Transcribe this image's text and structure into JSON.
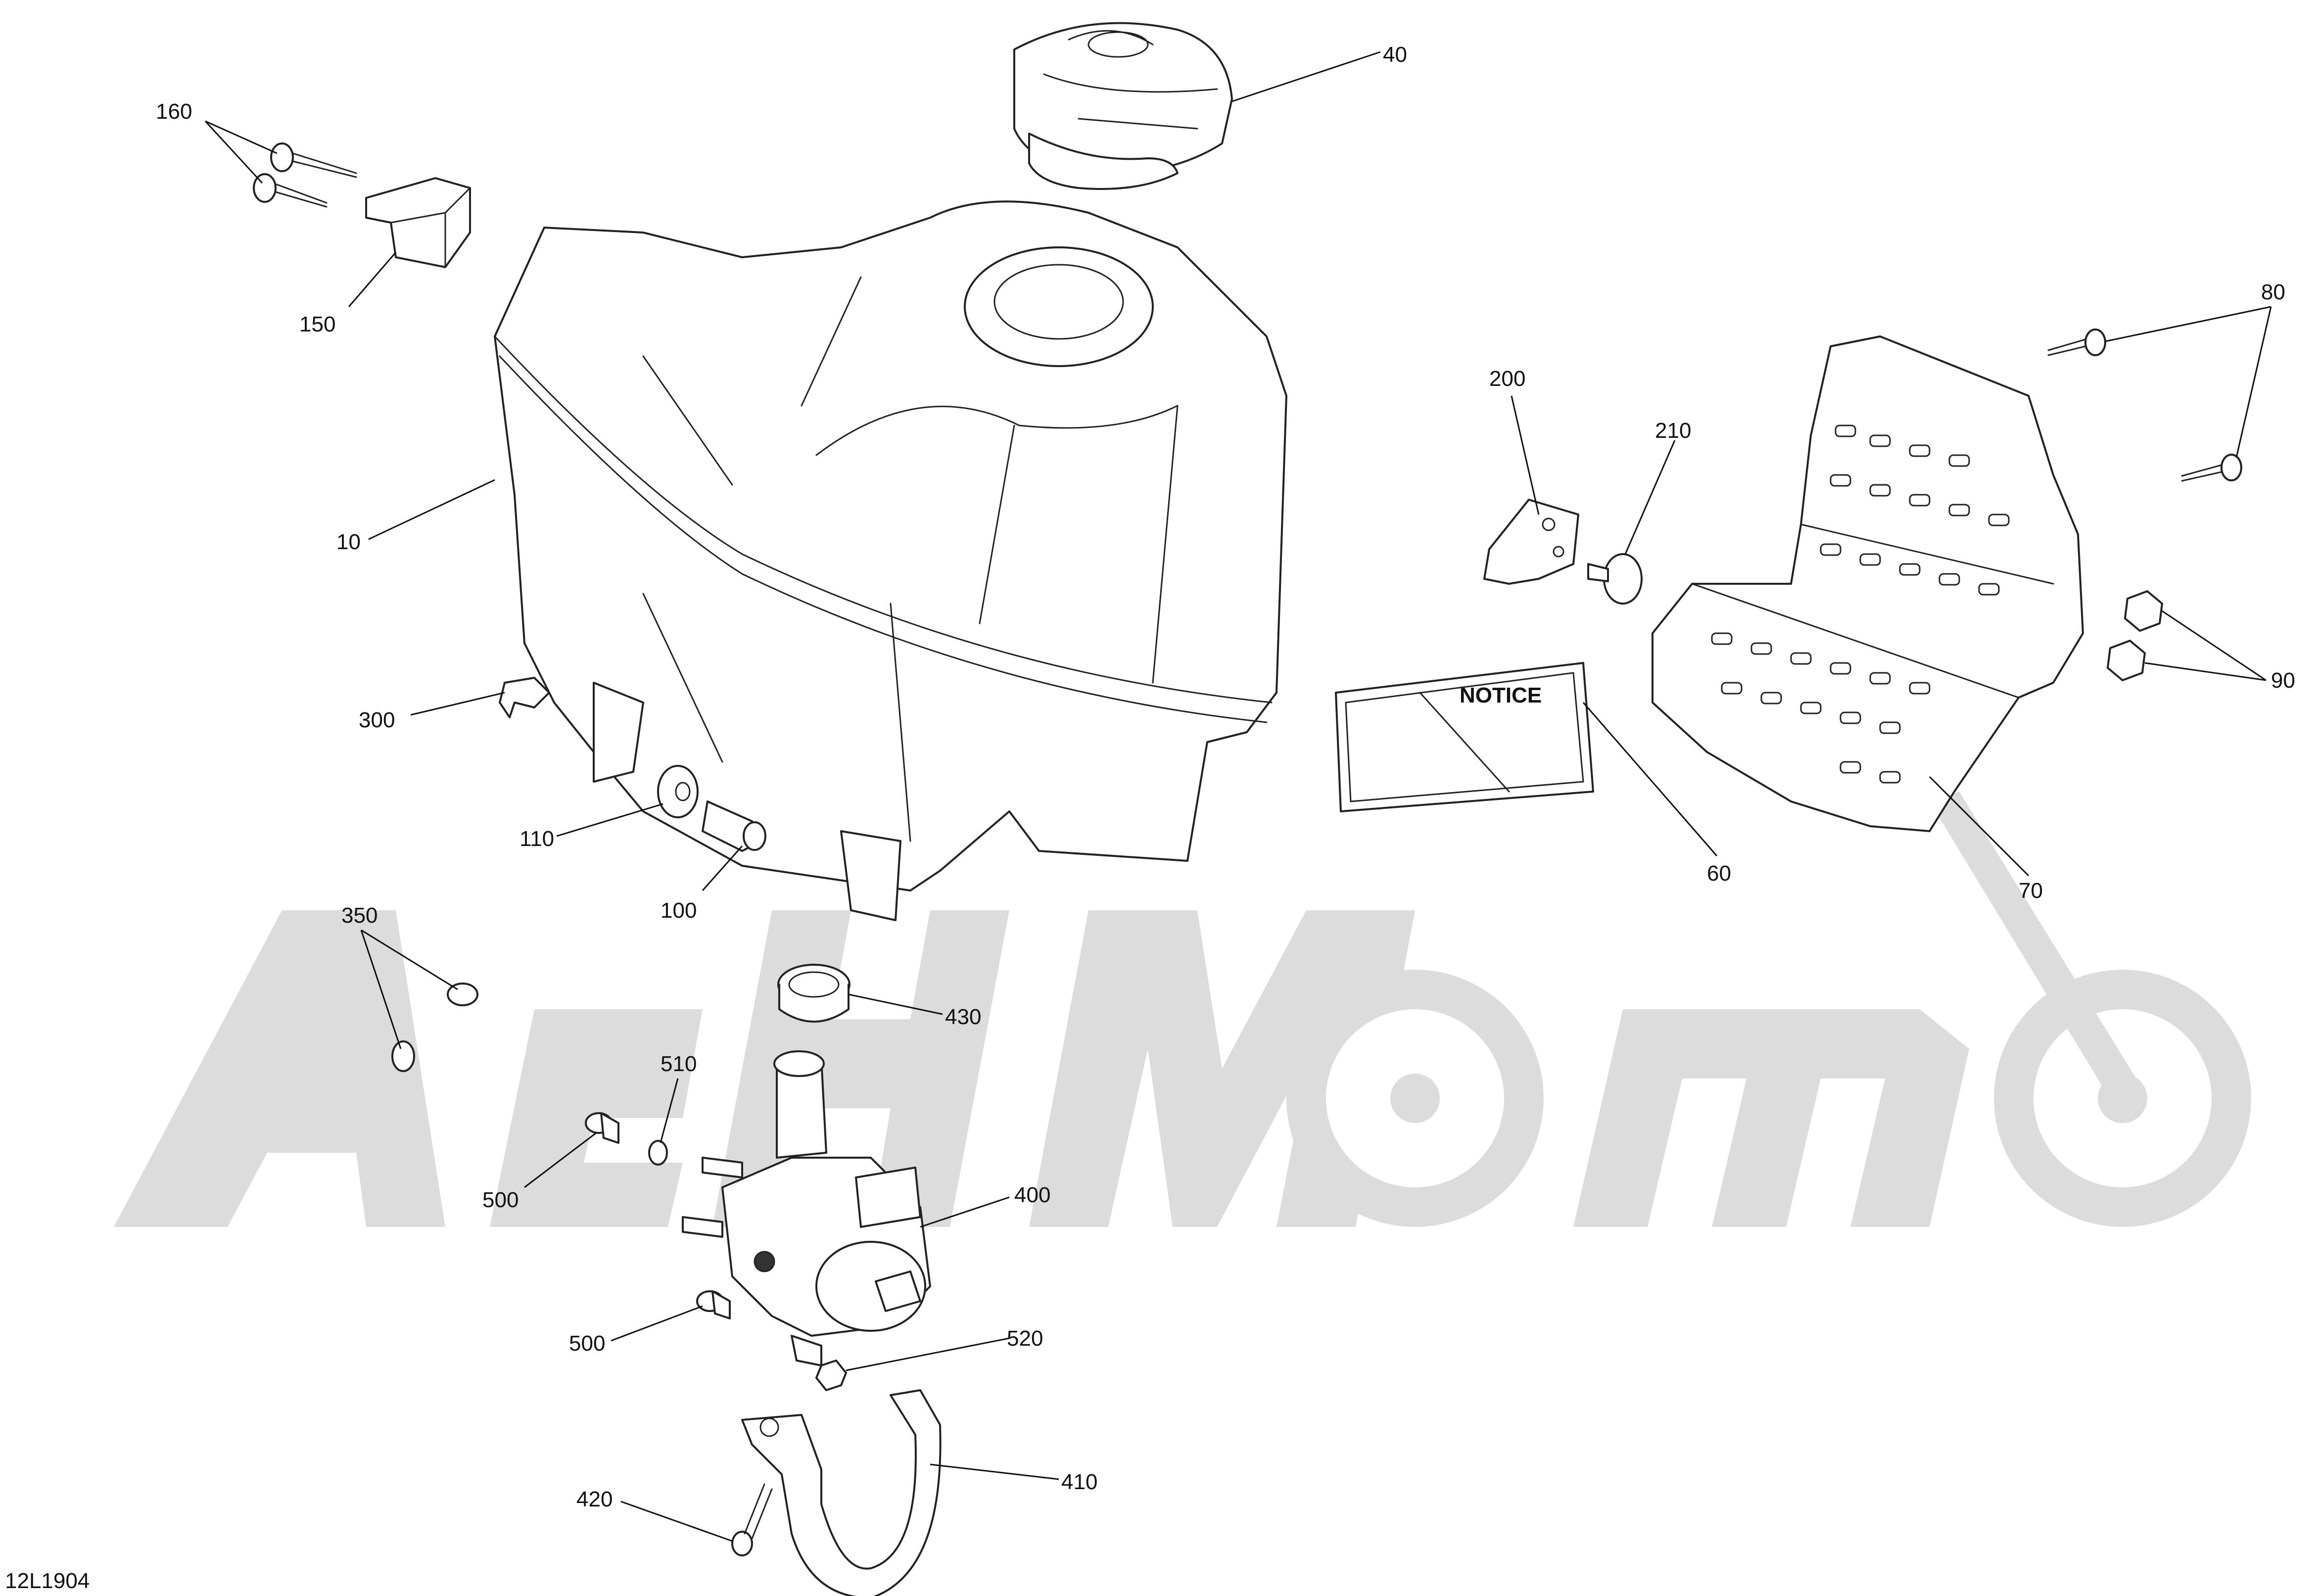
{
  "diagram": {
    "code": "12L1904",
    "watermark": {
      "fill": "#dcdcdc"
    },
    "callouts": [
      {
        "id": "40",
        "label": "40"
      },
      {
        "id": "160",
        "label": "160"
      },
      {
        "id": "150",
        "label": "150"
      },
      {
        "id": "10",
        "label": "10"
      },
      {
        "id": "300",
        "label": "300"
      },
      {
        "id": "110",
        "label": "110"
      },
      {
        "id": "100",
        "label": "100"
      },
      {
        "id": "350",
        "label": "350"
      },
      {
        "id": "430",
        "label": "430"
      },
      {
        "id": "510",
        "label": "510"
      },
      {
        "id": "500a",
        "label": "500"
      },
      {
        "id": "400",
        "label": "400"
      },
      {
        "id": "500b",
        "label": "500"
      },
      {
        "id": "520",
        "label": "520"
      },
      {
        "id": "410",
        "label": "410"
      },
      {
        "id": "420",
        "label": "420"
      },
      {
        "id": "200",
        "label": "200"
      },
      {
        "id": "210",
        "label": "210"
      },
      {
        "id": "80",
        "label": "80"
      },
      {
        "id": "90",
        "label": "90"
      },
      {
        "id": "60",
        "label": "60"
      },
      {
        "id": "70",
        "label": "70"
      }
    ],
    "decal_text": "NOTICE"
  }
}
